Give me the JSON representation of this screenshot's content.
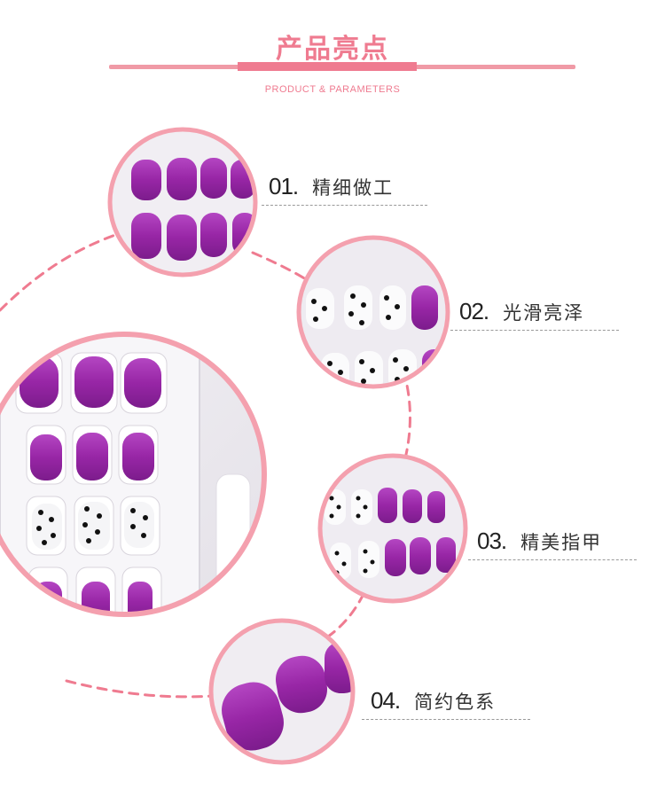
{
  "header": {
    "title": "产品亮点",
    "subtitle": "PRODUCT & PARAMETERS"
  },
  "features": [
    {
      "number": "01.",
      "label": "精细做工"
    },
    {
      "number": "02.",
      "label": "光滑亮泽"
    },
    {
      "number": "03.",
      "label": "精美指甲"
    },
    {
      "number": "04.",
      "label": "简约色系"
    }
  ],
  "colors": {
    "accent_pink": "#ef7b90",
    "nail_purple": "#9b2aa8",
    "ring_pink": "#f4a0ae"
  }
}
